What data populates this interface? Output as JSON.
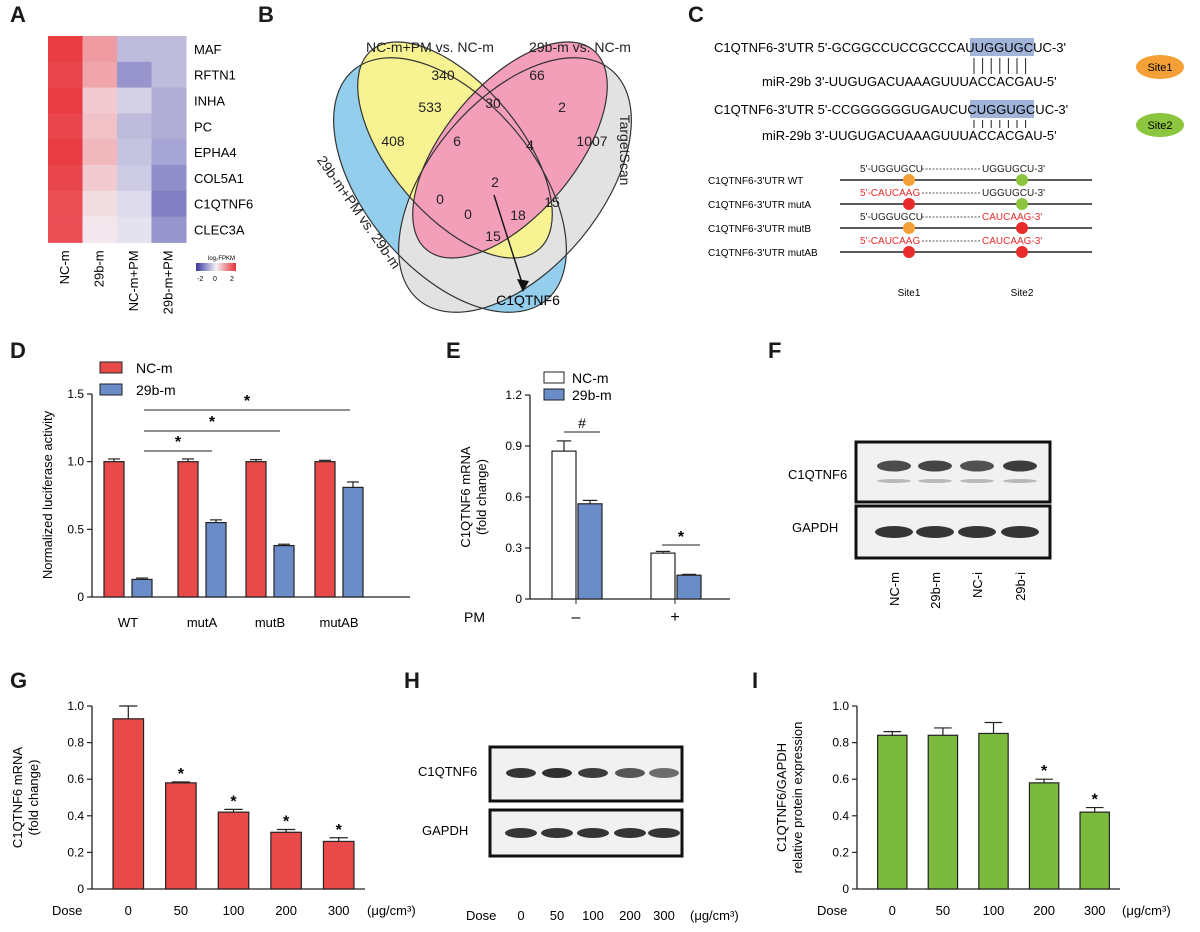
{
  "panels": {
    "A": "A",
    "B": "B",
    "C": "C",
    "D": "D",
    "E": "E",
    "F": "F",
    "G": "G",
    "H": "H",
    "I": "I"
  },
  "heatmap": {
    "genes": [
      "MAF",
      "RFTN1",
      "INHA",
      "PC",
      "EPHA4",
      "COL5A1",
      "C1QTNF6",
      "CLEC3A"
    ],
    "columns": [
      "NC-m",
      "29b-m",
      "NC-m+PM",
      "29b-m+PM"
    ],
    "values": [
      [
        1.9,
        0.9,
        -0.7,
        -0.7
      ],
      [
        1.8,
        0.8,
        -1.2,
        -0.7
      ],
      [
        1.9,
        0.4,
        -0.4,
        -0.9
      ],
      [
        1.8,
        0.5,
        -0.7,
        -0.9
      ],
      [
        1.9,
        0.6,
        -0.6,
        -1.0
      ],
      [
        1.8,
        0.4,
        -0.5,
        -1.3
      ],
      [
        1.7,
        0.2,
        -0.3,
        -1.5
      ],
      [
        1.7,
        0.1,
        -0.2,
        -1.2
      ]
    ],
    "legend_title": "log₂FPKM",
    "legend_ticks": [
      "-2",
      "0",
      "2"
    ],
    "colors": {
      "low": "#5b58b0",
      "mid": "#f3f1f5",
      "high": "#e8323a"
    }
  },
  "venn": {
    "set_labels": {
      "a": "NC-m+PM vs. NC-m",
      "b": "29b-m vs. NC-m",
      "c": "29b-m+PM vs. 29b-m",
      "d": "TargetScan"
    },
    "counts": {
      "n340": "340",
      "n66": "66",
      "n408": "408",
      "n1007": "1007",
      "n533": "533",
      "n30": "30",
      "n2a": "2",
      "n6": "6",
      "n4": "4",
      "n0a": "0",
      "n2c": "2",
      "n15a": "15",
      "n0b": "0",
      "n18": "18",
      "n15b": "15"
    },
    "callout": "C1QTNF6",
    "colors": {
      "a": "#f5ef6e",
      "b": "#ef7fa4",
      "c": "#6fc0e6",
      "d": "#d9d9d9"
    }
  },
  "sites": {
    "row1_utr": "C1QTNF6-3'UTR 5'-GCGGCCUCCGCCCAUUGGUGCUC-3'",
    "row1_mir": "miR-29b 3'-UUGUGACUAAAGUUUACCACGAU-5'",
    "row2_utr": "C1QTNF6-3'UTR 5'-CCGGGGGGUGAUCUCUGGUGCUC-3'",
    "row2_mir": "miR-29b 3'-UUGUGACUAAAGUUUACCACGAU-5'",
    "site1": "Site1",
    "site2": "Site2",
    "constructs": [
      {
        "name": "C1QTNF6-3'UTR WT",
        "seq_left": "5'-UGGUGCU",
        "seq_right": "UGGUGCU-3'",
        "left_mut": false,
        "right_mut": false
      },
      {
        "name": "C1QTNF6-3'UTR mutA",
        "seq_left": "5'-CAUCAAG",
        "seq_right": "UGGUGCU-3'",
        "left_mut": true,
        "right_mut": false
      },
      {
        "name": "C1QTNF6-3'UTR mutB",
        "seq_left": "5'-UGGUGCU",
        "seq_right": "CAUCAAG-3'",
        "left_mut": false,
        "right_mut": true
      },
      {
        "name": "C1QTNF6-3'UTR mutAB",
        "seq_left": "5'-CAUCAAG",
        "seq_right": "CAUCAAG-3'",
        "left_mut": true,
        "right_mut": true
      }
    ],
    "colors": {
      "site1": "#f4a037",
      "site2": "#8cc63e",
      "mut": "#e82c2c",
      "highlight": "#9fb4d8"
    }
  },
  "chart_data": [
    {
      "panel": "D",
      "type": "bar",
      "categories": [
        "WT",
        "mutA",
        "mutB",
        "mutAB"
      ],
      "series": [
        {
          "name": "NC-m",
          "values": [
            1.0,
            1.0,
            1.0,
            1.0
          ],
          "errors": [
            0.02,
            0.02,
            0.015,
            0.01
          ]
        },
        {
          "name": "29b-m",
          "values": [
            0.13,
            0.55,
            0.38,
            0.81
          ],
          "errors": [
            0.01,
            0.02,
            0.01,
            0.04
          ]
        }
      ],
      "ylabel": "Normalized luciferase activity",
      "ylim": [
        0,
        1.5
      ],
      "yticks": [
        "0",
        "0.5",
        "1.0",
        "1.5"
      ],
      "annotations": [
        "*",
        "*",
        "*"
      ],
      "colors": {
        "NC-m": "#e84a4a",
        "29b-m": "#6a8cc8"
      }
    },
    {
      "panel": "E",
      "type": "bar",
      "categories": [
        "–",
        "+"
      ],
      "xlabel": "PM",
      "series": [
        {
          "name": "NC-m",
          "values": [
            0.87,
            0.27
          ],
          "errors": [
            0.06,
            0.01
          ]
        },
        {
          "name": "29b-m",
          "values": [
            0.56,
            0.14
          ],
          "errors": [
            0.02,
            0.005
          ]
        }
      ],
      "ylabel": "C1QTNF6 mRNA (fold change)",
      "ylabel_line1": "C1QTNF6 mRNA",
      "ylabel_line2": "(fold change)",
      "ylim": [
        0,
        1.2
      ],
      "yticks": [
        "0",
        "0.3",
        "0.6",
        "0.9",
        "1.2"
      ],
      "annotations": [
        "#",
        "*"
      ],
      "colors": {
        "NC-m": "#ffffff",
        "29b-m": "#6a8cc8"
      }
    },
    {
      "panel": "G",
      "type": "bar",
      "categories": [
        "0",
        "50",
        "100",
        "200",
        "300"
      ],
      "xlabel": "Dose",
      "unit": "(μg/cm³)",
      "values": [
        0.93,
        0.58,
        0.42,
        0.31,
        0.26
      ],
      "errors": [
        0.07,
        0.005,
        0.015,
        0.015,
        0.02
      ],
      "stars": [
        "",
        "*",
        "*",
        "*",
        "*"
      ],
      "ylabel_line1": "C1QTNF6 mRNA",
      "ylabel_line2": "(fold change)",
      "ylim": [
        0,
        1.0
      ],
      "yticks": [
        "0",
        "0.2",
        "0.4",
        "0.6",
        "0.8",
        "1.0"
      ],
      "color": "#e84a4a"
    },
    {
      "panel": "I",
      "type": "bar",
      "categories": [
        "0",
        "50",
        "100",
        "200",
        "300"
      ],
      "xlabel": "Dose",
      "unit": "(μg/cm³)",
      "values": [
        0.84,
        0.84,
        0.85,
        0.58,
        0.42
      ],
      "errors": [
        0.02,
        0.04,
        0.06,
        0.02,
        0.025
      ],
      "stars": [
        "",
        "",
        "",
        "*",
        "*"
      ],
      "ylabel_line1": "C1QTNF6/GAPDH",
      "ylabel_line2": "relative protein expression",
      "ylim": [
        0,
        1.0
      ],
      "yticks": [
        "0",
        "0.2",
        "0.4",
        "0.6",
        "0.8",
        "1.0"
      ],
      "color": "#7cba3e"
    }
  ],
  "blotF": {
    "band1": "C1QTNF6",
    "band2": "GAPDH",
    "lanes": [
      "NC-m",
      "29b-m",
      "NC-i",
      "29b-i"
    ]
  },
  "blotH": {
    "band1": "C1QTNF6",
    "band2": "GAPDH",
    "dose_label": "Dose",
    "lanes": [
      "0",
      "50",
      "100",
      "200",
      "300"
    ],
    "unit": "(μg/cm³)"
  }
}
